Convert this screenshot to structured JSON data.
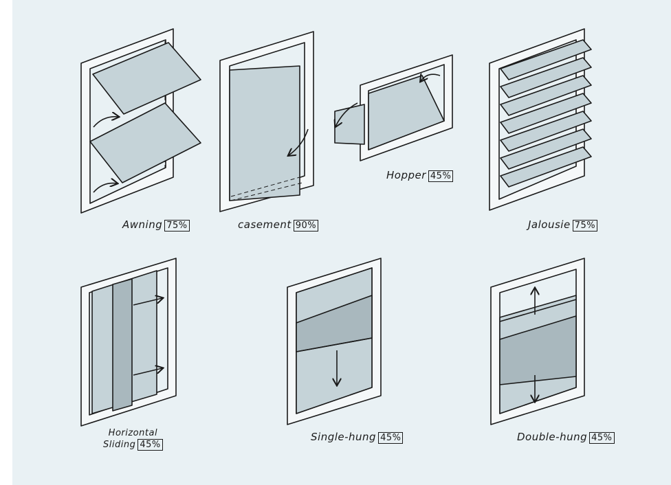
{
  "windows": [
    {
      "id": "awning",
      "name": "Awning",
      "percent": "75%"
    },
    {
      "id": "casement",
      "name": "casement",
      "percent": "90%"
    },
    {
      "id": "hopper",
      "name": "Hopper",
      "percent": "45%"
    },
    {
      "id": "jalousie",
      "name": "Jalousie",
      "percent": "75%"
    },
    {
      "id": "horizontal-sliding",
      "name_line1": "Horizontal",
      "name_line2": "Sliding",
      "percent": "45%"
    },
    {
      "id": "single-hung",
      "name": "Single-hung",
      "percent": "45%"
    },
    {
      "id": "double-hung",
      "name": "Double-hung",
      "percent": "45%"
    }
  ],
  "colors": {
    "background": "#e9f1f4",
    "glass": "#c5d3d8",
    "glass_dark": "#a9b8be",
    "ink": "#1a1a1a",
    "frame": "#f5f8f9"
  }
}
